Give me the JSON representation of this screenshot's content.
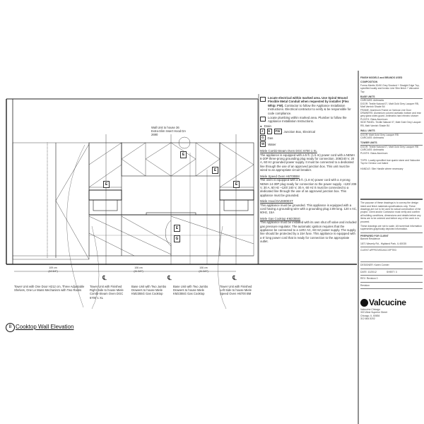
{
  "drawing": {
    "elevation_marker": "B",
    "elevation_title": "Cooktop Wall Elevation",
    "wall_unit_note": "Wall Unit to house 36 Extra-Slim Insert Hood DA 2690",
    "centerline_symbol": "℄",
    "tags": {
      "electrical": "E",
      "gas": "G"
    },
    "dimensions": [
      {
        "primary": "109 cm",
        "secondary": "(42 3/4\")"
      },
      {
        "primary": "106 cm",
        "secondary": "(41 3/4\")"
      },
      {
        "primary": "106 cm",
        "secondary": "(41 3/4\")"
      }
    ],
    "callouts": [
      "Tower Unit with One Door H212 cm, Three Adjustable Shelves, One Le Mans Mechanism with Two Racks",
      "Tower Unit with Finished Right Side to house Miele Combi-Steam Oven DGC 6700 1 XL",
      "Base Unit with Two Jumbo Drawers to house Miele KM2355G Gas Cooktop",
      "Base Unit with Two Jumbo Drawers to house Miele KM2355G Gas Cooktop",
      "Tower Unit with Finished Left Side to house Miele Speed Oven H6700 BM"
    ]
  },
  "notes": {
    "items": [
      {
        "text_bold": "Locate electrical within marked area. Use Spiral Wound Flexible Metal Conduit when requested by installer (Flex Whip: FW).",
        "text": " Contractor to follow the Appliance Installation Instructions. Electrical contractor to verify & be responsible for code compliance."
      },
      {
        "text_bold": "",
        "text": "Locate plumbing within marked area. Plumber to follow the Appliance Installation Instructions."
      }
    ],
    "legend": [
      {
        "symbol": "●",
        "label": "Drain"
      },
      {
        "symbol": "J",
        "label": "Junction Box, Electrical",
        "extra": [
          "E",
          "FW"
        ]
      },
      {
        "symbol": "G",
        "label": "Gas"
      },
      {
        "symbol": "W",
        "label": "Water"
      }
    ],
    "appliances": [
      {
        "title": "Miele Combi-Steam Oven DGC 6700 1 XL",
        "body": "The appliance is equipped with a 5 ft. (1.5 m) power cord with a NEMA 6-20P three-prong grounding plug ready for connection. 208/240 V, 20 A, 60 Hz grounded power supply. It must be connected to a dedicated line through the use of an approved junction box. This unit must be wired to an appropriate circuit breaker."
      },
      {
        "title": "Miele Speed Oven H6700BM",
        "body": "The oven is equipped with a 6 ft. (1.8 m) power cord with a 4-prong NEMA 14-30P plug ready for connection to the power supply. ~120/ 208 V, 30 A, 60 Hz ~120/ 240 V, 30 A, 60 Hz It must be connected to a dedicated line through the use of an approved junction box. This appliance must be grounded."
      },
      {
        "title": "Miele Hood DA2690EXT",
        "body": "This appliance must be grounded. This appliance is equipped with a cord having a grounding wire with a grounding plug 2.89 long. 120 v AC, 60Hz, 15A"
      },
      {
        "title": "Miele Gas Cooktop KM2355G",
        "body": "This appliance must be installed with its own shut off valve and included gas pressure regulator. The automatic ignition requires that the appliance be connected to a 120V AC, 60 HZ power supply. The supply line should be protected by a 15A fuse. This appliance is equipped with a 6' long power cord that is ready for connection to the appropriate outlet."
      }
    ]
  },
  "title_block": {
    "heading": "FINISH MODELS and BRANDS USED",
    "composition_label": "COMPOSITION",
    "composition": "Forma Mentis 30/40 Grey Smoked + Straight Edge Top, specified locally and Invisio Line Slim finish + Valcucine Top",
    "sections": [
      {
        "title": "BASE UNITS",
        "lines": [
          "CARCASS: Antimarks",
          "DOOR: Textile Natural 07, Matt Gold Grey Lacquer RB, Matt Varnish Shade B4",
          "FRAME: Aluminum Frame on Various Line Door",
          "DRAWERS: Aluminium colored avelastic bottom and rear",
          "grey glass sides guard. Antimarks hard electric shower",
          "PLINTH: Glass Aluminum",
          "SIDE PANEL: Textile Natural 07, Matt Gold Grey Lacquer RB, Matt Varnish Shade B4"
        ]
      },
      {
        "title": "WALL UNITS",
        "lines": [
          "DOOR: Matt Gold Grey Lacquer RB",
          "CARCASS: Antimarks"
        ]
      },
      {
        "title": "TOWER UNITS",
        "lines": [
          "DOOR: Textile Natural 07, Matt Gold Grey Lacquer RB",
          "CARCASS: Antimarks",
          "PLINTH: Glass Aluminum"
        ]
      }
    ],
    "tops_note": "TOPS: Locally specified true quartz stone and Valcucine Top for Genius Loci Island",
    "handle_note": "HANDLE: Slim Handle where necessary",
    "disclaimer": "The purpose of these drawings is to convey the design intent and finish materials specifications only. These drawings are not to be used for actual construction of the project. Client and/or Contractor must verify and confirm all building conditions, dimensions and details before any items are to be ordered and before any of the work is to proceed.",
    "scale_note": "These drawings are not to scale. All numerical information supersedes graphically depicted information.",
    "prepared_for_label": "PREPARED FOR CLIENT",
    "client_name": "Barnett Residence",
    "client_address": "1871 Waverly Rd., Highland Park, IL 60035",
    "approval_label": "CLIENT APPROVED/ACCEPTED",
    "designer": "DESIGNER: Karen Cornier",
    "date": "DATE: 10/2012",
    "sheet": "SHEET: 3",
    "revision": "REV: Revision 0",
    "revision_label": "Revision",
    "brand": "Valcucine",
    "showroom": "Valcucine Chicago",
    "address1": "303 West Superior Street",
    "address2": "Chicago, IL 60654",
    "phone": "312.664.5202"
  }
}
